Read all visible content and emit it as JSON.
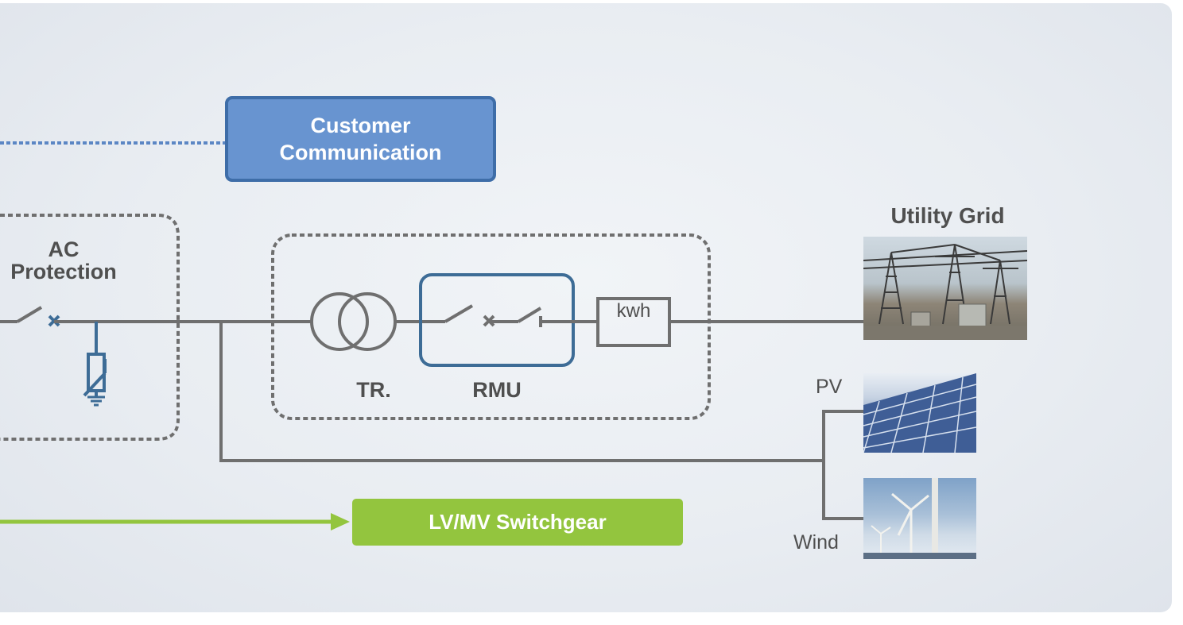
{
  "customer_communication": [
    "Customer",
    "Communication"
  ],
  "ac_protection": [
    "AC",
    "Protection"
  ],
  "transformer_label": "TR.",
  "rmu_label": "RMU",
  "meter_label": "kwh",
  "utility_grid_label": "Utility Grid",
  "pv_label": "PV",
  "wind_label": "Wind",
  "switchgear_label": "LV/MV Switchgear",
  "colors": {
    "line_gray": "#6f6f6f",
    "protection_blue": "#3d6c96",
    "communication_blue": "#6894d0",
    "switchgear_green": "#93c53e",
    "text_gray": "#4f4f4f"
  },
  "icons": [
    "circuit-breaker-icon",
    "surge-arrester-icon",
    "transformer-icon",
    "load-break-switch-icon",
    "ground-icon"
  ]
}
